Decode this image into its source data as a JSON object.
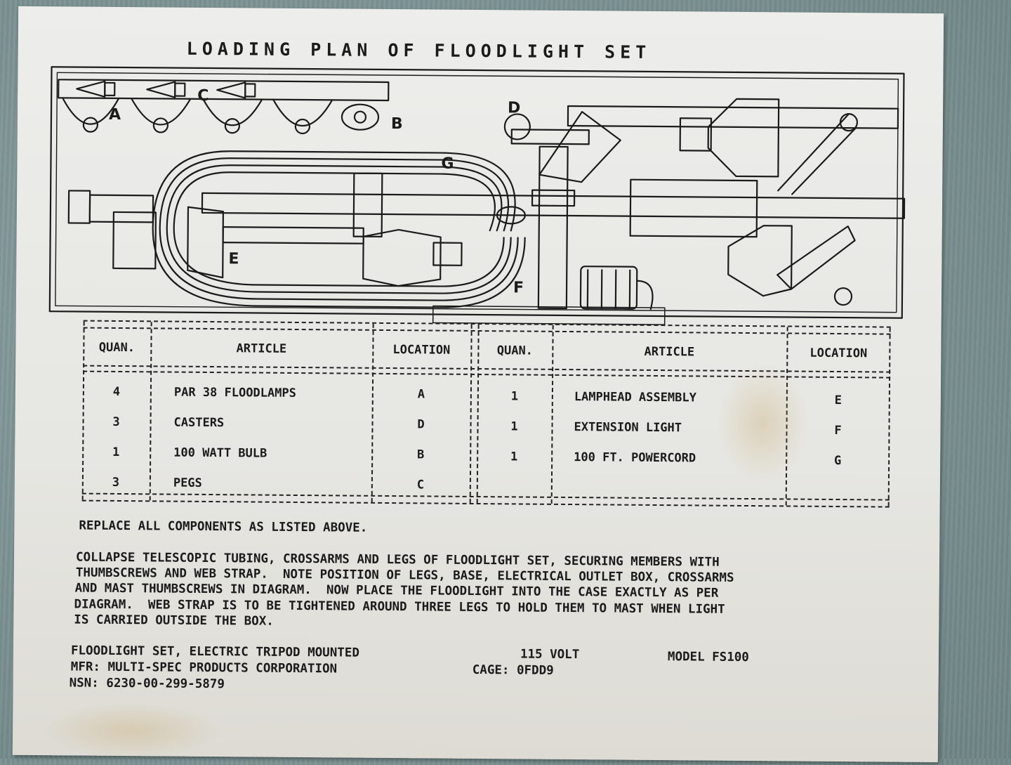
{
  "title": "LOADING PLAN OF FLOODLIGHT SET",
  "diagram_labels": {
    "a": "A",
    "b": "B",
    "c": "C",
    "d": "D",
    "e": "E",
    "f": "F",
    "g": "G"
  },
  "table": {
    "headers": {
      "quan_left": "QUAN.",
      "article_left": "ARTICLE",
      "location_left": "LOCATION",
      "quan_right": "QUAN.",
      "article_right": "ARTICLE",
      "location_right": "LOCATION"
    },
    "left_rows": [
      {
        "quan": "4",
        "article": "PAR 38 FLOODLAMPS",
        "location": "A"
      },
      {
        "quan": "3",
        "article": "CASTERS",
        "location": "D"
      },
      {
        "quan": "1",
        "article": "100 WATT BULB",
        "location": "B"
      },
      {
        "quan": "3",
        "article": "PEGS",
        "location": "C"
      }
    ],
    "right_rows": [
      {
        "quan": "1",
        "article": "LAMPHEAD ASSEMBLY",
        "location": "E"
      },
      {
        "quan": "1",
        "article": "EXTENSION LIGHT",
        "location": "F"
      },
      {
        "quan": "1",
        "article": "100 FT. POWERCORD",
        "location": "G"
      }
    ]
  },
  "instructions": {
    "replace": "REPLACE ALL COMPONENTS AS LISTED ABOVE.",
    "lines": [
      "COLLAPSE TELESCOPIC TUBING, CROSSARMS AND LEGS OF FLOODLIGHT SET, SECURING MEMBERS WITH",
      "THUMBSCREWS AND WEB STRAP.  NOTE POSITION OF LEGS, BASE, ELECTRICAL OUTLET BOX, CROSSARMS",
      "AND MAST THUMBSCREWS IN DIAGRAM.  NOW PLACE THE FLOODLIGHT INTO THE CASE EXACTLY AS PER",
      "DIAGRAM.  WEB STRAP IS TO BE TIGHTENED AROUND THREE LEGS TO HOLD THEM TO MAST WHEN LIGHT",
      "IS CARRIED OUTSIDE THE BOX."
    ]
  },
  "footer": {
    "product": "FLOODLIGHT SET, ELECTRIC TRIPOD MOUNTED",
    "voltage": "115 VOLT",
    "model": "MODEL FS100",
    "mfr": "MFR: MULTI-SPEC PRODUCTS CORPORATION",
    "cage": "CAGE: 0FDD9",
    "nsn": "NSN: 6230-00-299-5879"
  }
}
